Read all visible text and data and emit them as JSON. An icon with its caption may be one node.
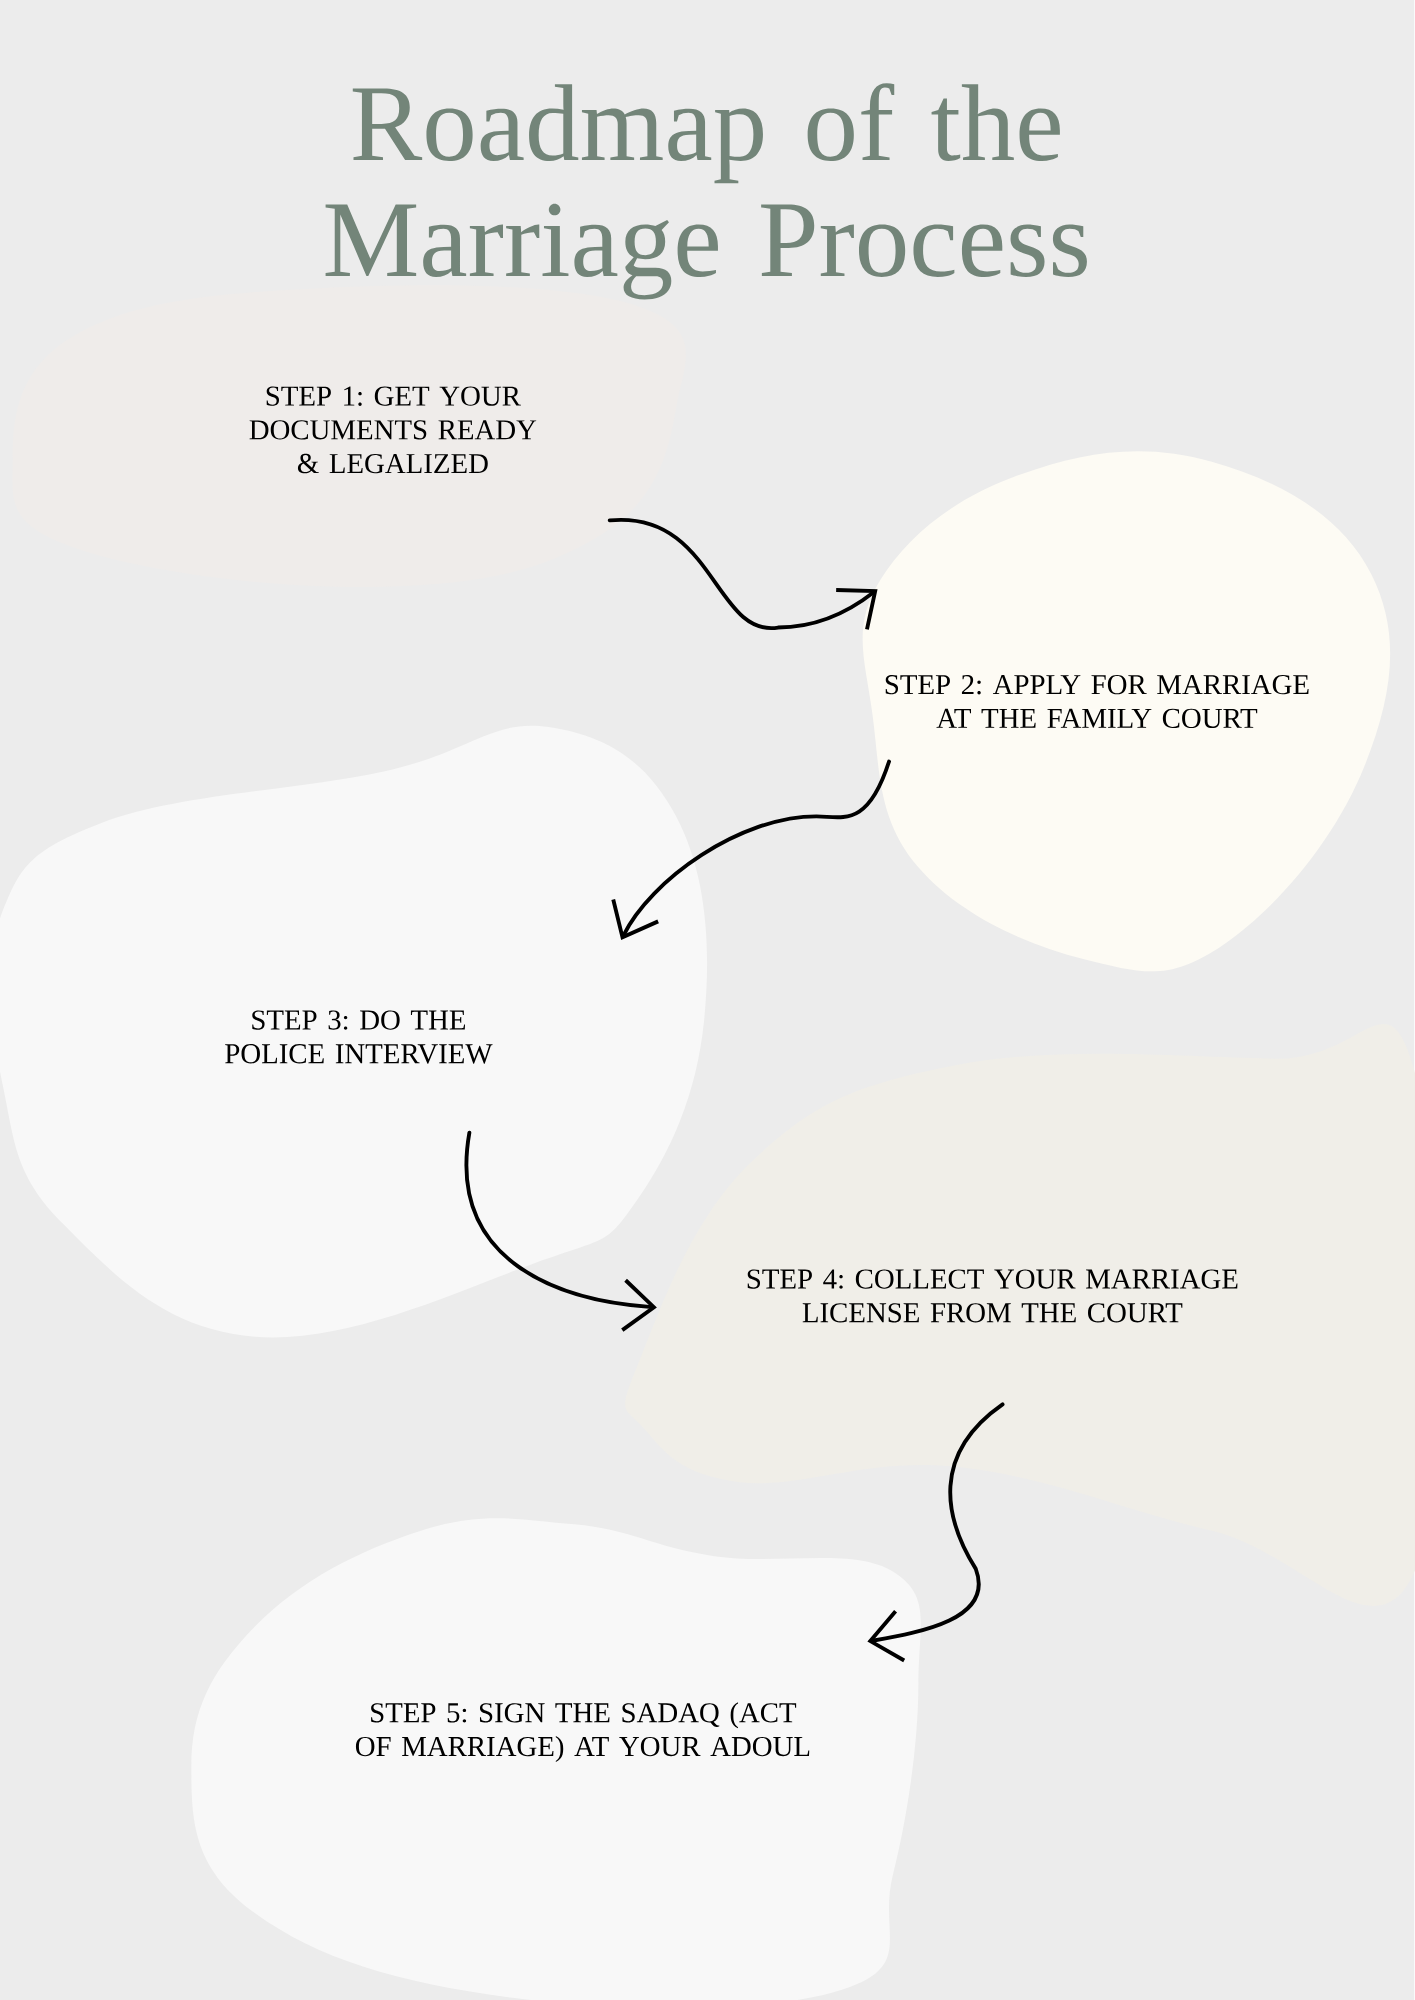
{
  "diagram": {
    "title": "Roadmap of the Marriage Process",
    "nodes": [
      {
        "text": [
          "STEP 1: GET YOUR DOCUMENTS READY & LEGALIZED"
        ]
      },
      {
        "text": [
          "STEP 2: APPLY FOR MARRIAGE AT THE FAMILY COURT"
        ]
      },
      {
        "text": [
          "STEP 3: DO THE POLICE INTERVIEW"
        ]
      },
      {
        "text": [
          "STEP 4: COLLECT YOUR MARRIAGE LICENSE FROM THE COURT"
        ]
      },
      {
        "text": [
          "STEP 5: SIGN THE SADAQ (ACT OF MARRIAGE) AT YOUR ADOUL"
        ]
      }
    ],
    "edges": [
      {
        "from": 0,
        "to": 1,
        "arrow": "to"
      },
      {
        "from": 1,
        "to": 2,
        "arrow": "to"
      },
      {
        "from": 2,
        "to": 3,
        "arrow": "to"
      },
      {
        "from": 3,
        "to": 4,
        "arrow": "to"
      }
    ]
  }
}
